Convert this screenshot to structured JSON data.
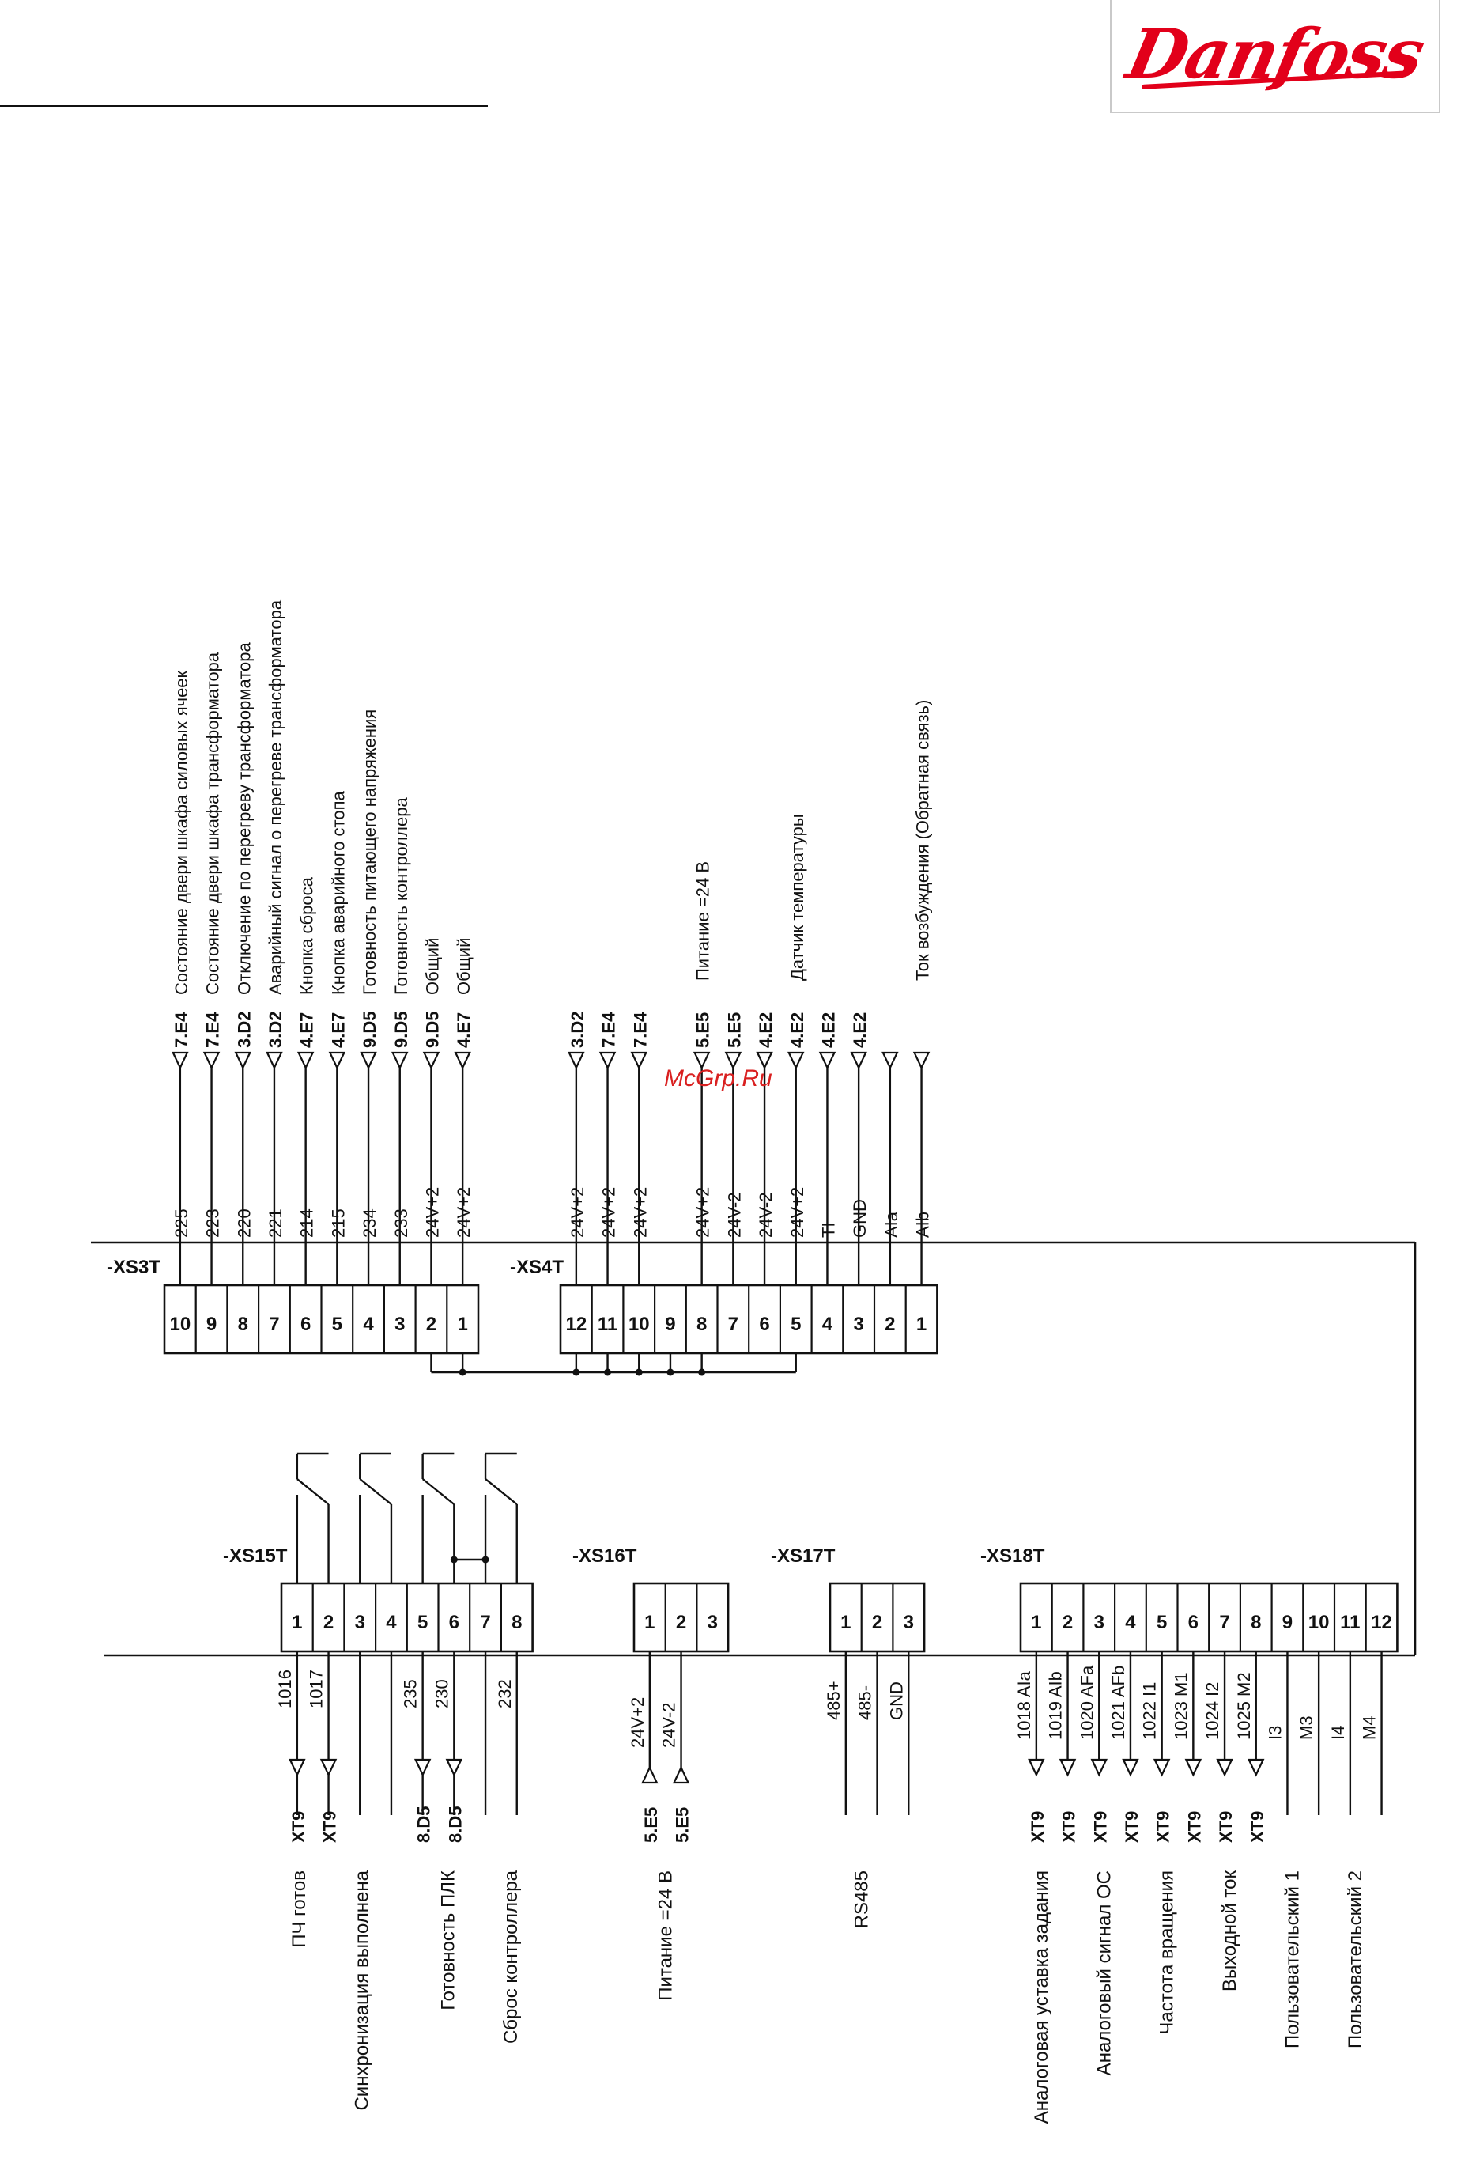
{
  "brand": {
    "name": "Danfoss",
    "color": "#e2001a"
  },
  "watermark": "McGrp.Ru",
  "xs3": {
    "label": "-XS3T",
    "terminals": [
      "10",
      "9",
      "8",
      "7",
      "6",
      "5",
      "4",
      "3",
      "2",
      "1"
    ],
    "wires": [
      {
        "num": "225",
        "ref": "7.E4",
        "desc": "Состояние двери шкафа силовых ячеек"
      },
      {
        "num": "223",
        "ref": "7.E4",
        "desc": "Состояние двери шкафа трансформатора"
      },
      {
        "num": "220",
        "ref": "3.D2",
        "desc": "Отключение по перегреву трансформатора"
      },
      {
        "num": "221",
        "ref": "3.D2",
        "desc": "Аварийный сигнал о перегреве трансформатора"
      },
      {
        "num": "214",
        "ref": "4.E7",
        "desc": "Кнопка сброса"
      },
      {
        "num": "215",
        "ref": "4.E7",
        "desc": "Кнопка аварийного стопа"
      },
      {
        "num": "234",
        "ref": "9.D5",
        "desc": "Готовность питающего напряжения"
      },
      {
        "num": "233",
        "ref": "9.D5",
        "desc": "Готовность контроллера"
      },
      {
        "num": "24V+2",
        "ref": "9.D5",
        "desc": "Общий"
      },
      {
        "num": "24V+2",
        "ref": "4.E7",
        "desc": "Общий"
      }
    ]
  },
  "xs4": {
    "label": "-XS4T",
    "terminals": [
      "12",
      "11",
      "10",
      "9",
      "8",
      "7",
      "6",
      "5",
      "4",
      "3",
      "2",
      "1"
    ],
    "wires": [
      {
        "num": "24V+2",
        "ref": "3.D2",
        "desc": ""
      },
      {
        "num": "24V+2",
        "ref": "7.E4",
        "desc": ""
      },
      {
        "num": "24V+2",
        "ref": "7.E4",
        "desc": ""
      },
      {
        "num": "",
        "ref": "",
        "desc": ""
      },
      {
        "num": "24V+2",
        "ref": "5.E5",
        "desc": "Питание =24 В"
      },
      {
        "num": "24V-2",
        "ref": "5.E5",
        "desc": ""
      },
      {
        "num": "24V-2",
        "ref": "4.E2",
        "desc": ""
      },
      {
        "num": "24V+2",
        "ref": "4.E2",
        "desc": "Датчик температуры"
      },
      {
        "num": "TI",
        "ref": "4.E2",
        "desc": ""
      },
      {
        "num": "GND",
        "ref": "4.E2",
        "desc": ""
      },
      {
        "num": "AIa",
        "ref": "",
        "desc": ""
      },
      {
        "num": "AIb",
        "ref": "",
        "desc": "Ток возбуждения (Обратная связь)"
      }
    ]
  },
  "xs15": {
    "label": "-XS15T",
    "terminals": [
      "1",
      "2",
      "3",
      "4",
      "5",
      "6",
      "7",
      "8"
    ],
    "wires": [
      "1016",
      "1017",
      "",
      "",
      "235",
      "230",
      "",
      "232"
    ],
    "refs": [
      "XT9",
      "XT9",
      "",
      "",
      "8.D5",
      "8.D5",
      "",
      ""
    ],
    "descs": [
      "ПЧ готов",
      "Синхронизация выполнена",
      "Готовность ПЛК",
      "Сброс контроллера"
    ]
  },
  "xs16": {
    "label": "-XS16T",
    "terminals": [
      "1",
      "2",
      "3"
    ],
    "wires": [
      "24V+2",
      "24V-2"
    ],
    "refs": [
      "5.E5",
      "5.E5"
    ],
    "desc": "Питание =24 В"
  },
  "xs17": {
    "label": "-XS17T",
    "terminals": [
      "1",
      "2",
      "3"
    ],
    "wires": [
      "485+",
      "485-",
      "GND"
    ],
    "desc": "RS485"
  },
  "xs18": {
    "label": "-XS18T",
    "terminals": [
      "1",
      "2",
      "3",
      "4",
      "5",
      "6",
      "7",
      "8",
      "9",
      "10",
      "11",
      "12"
    ],
    "wires": [
      "1018 AIa",
      "1019 AIb",
      "1020 AFa",
      "1021 AFb",
      "1022 I1",
      "1023 M1",
      "1024 I2",
      "1025 M2",
      "I3",
      "M3",
      "I4",
      "M4"
    ],
    "refs": [
      "XT9",
      "XT9",
      "XT9",
      "XT9",
      "XT9",
      "XT9",
      "XT9",
      "XT9",
      "",
      "",
      "",
      ""
    ],
    "descs": [
      "Аналоговая уставка задания",
      "Аналоговый сигнал ОС",
      "Частота вращения",
      "Выходной ток",
      "Пользовательский 1",
      "Пользовательский 2"
    ]
  }
}
